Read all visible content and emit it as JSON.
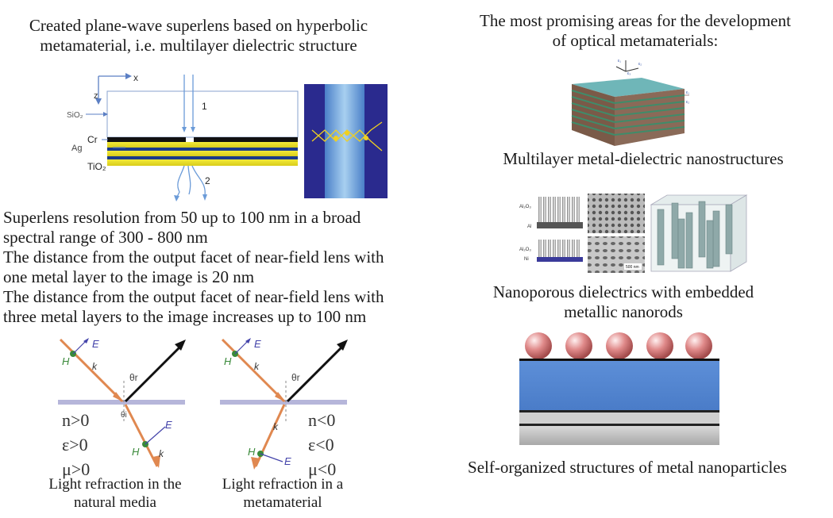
{
  "left": {
    "title_line1": "Created plane-wave superlens based on hyperbolic",
    "title_line2": "metamaterial, i.e. multilayer dielectric structure",
    "diagram": {
      "axis_x": "x",
      "axis_z": "z",
      "label_sio2": "SiO₂",
      "label_cr": "Cr",
      "label_ag": "Ag",
      "label_tio2": "TiO₂",
      "beam_1": "1",
      "beam_2": "2"
    },
    "paragraphs": [
      "Superlens resolution from 50 up to 100 nm in a broad",
      "spectral range of 300 - 800 nm",
      "The distance from the output facet of near-field lens with",
      "one metal layer to the image is 20 nm",
      "The distance from the output facet of near-field lens with",
      "three metal layers to the image increases up to 100 nm"
    ],
    "refraction_natural": {
      "E": "E",
      "H": "H",
      "k": "k",
      "theta": "θr",
      "theta_i": "θi",
      "n": "n>0",
      "eps": "ε>0",
      "mu": "μ>0",
      "E2": "E",
      "H2": "H",
      "k2": "k",
      "caption_line1": "Light refraction in the",
      "caption_line2": "natural media"
    },
    "refraction_meta": {
      "E": "E",
      "H": "H",
      "k": "k",
      "theta": "θr",
      "n": "n<0",
      "eps": "ε<0",
      "mu": "μ<0",
      "E2": "E",
      "H2": "H",
      "k2": "k",
      "caption_line1": "Light refraction in a",
      "caption_line2": "metamaterial"
    }
  },
  "right": {
    "title_line1": "The most promising areas for the development",
    "title_line2": "of optical metamaterials:",
    "multilayer_labels": {
      "e1": "ε₁",
      "e2": "ε₂",
      "e3": "ε₃",
      "ex": "ε₁",
      "ey": "ε₂"
    },
    "caption_multilayer": "Multilayer metal-dielectric nanostructures",
    "nanorod_labels": {
      "al2o3_a": "Al₂O₃",
      "al": "Al",
      "al2o3_b": "Al₂O₃",
      "ni": "Ni",
      "scale": "500 nm"
    },
    "caption_nanorods_line1": "Nanoporous dielectrics with embedded",
    "caption_nanorods_line2": "metallic nanorods",
    "particle_count": 5,
    "caption_particles": "Self-organized structures of metal nanoparticles"
  }
}
